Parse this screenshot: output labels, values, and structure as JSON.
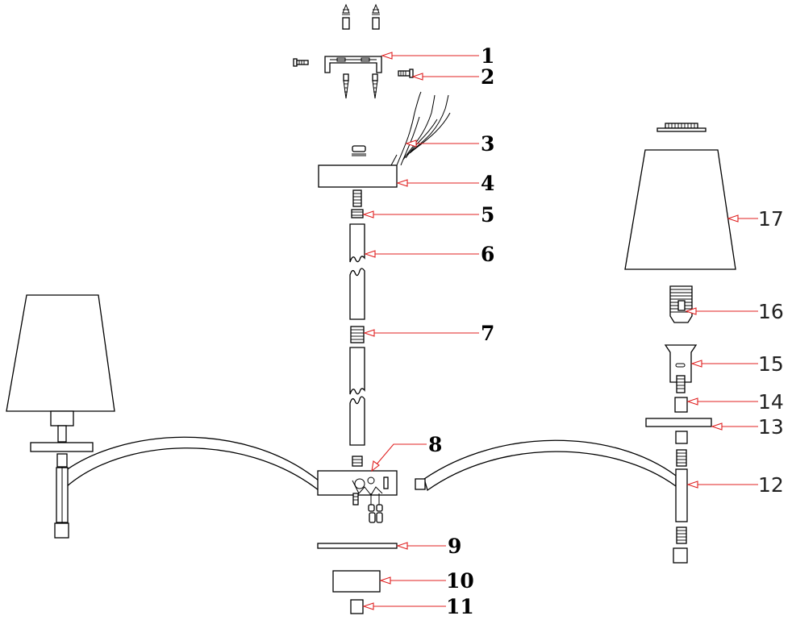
{
  "labels": [
    {
      "n": "1"
    },
    {
      "n": "2"
    },
    {
      "n": "3"
    },
    {
      "n": "4"
    },
    {
      "n": "5"
    },
    {
      "n": "6"
    },
    {
      "n": "7"
    },
    {
      "n": "8"
    },
    {
      "n": "9"
    },
    {
      "n": "10"
    },
    {
      "n": "11"
    },
    {
      "n": "12"
    },
    {
      "n": "13"
    },
    {
      "n": "14"
    },
    {
      "n": "15"
    },
    {
      "n": "16"
    },
    {
      "n": "17"
    }
  ],
  "colors": {
    "leader": "#e02020",
    "line": "#000000",
    "background": "#ffffff"
  }
}
